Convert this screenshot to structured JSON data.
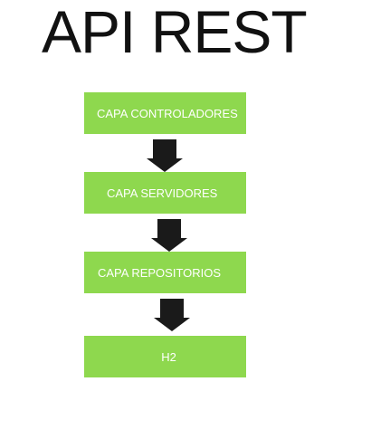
{
  "title": "API REST",
  "colors": {
    "box_fill": "#8ed84e",
    "arrow": "#1a1a1a",
    "text_on_box": "#ffffff"
  },
  "layers": [
    {
      "label": "CAPA CONTROLADORES"
    },
    {
      "label": "CAPA SERVIDORES"
    },
    {
      "label": "CAPA REPOSITORIOS"
    },
    {
      "label": "H2"
    }
  ],
  "arrows": [
    {
      "from": "CAPA CONTROLADORES",
      "to": "CAPA SERVIDORES",
      "icon": "down-arrow-icon"
    },
    {
      "from": "CAPA SERVIDORES",
      "to": "CAPA REPOSITORIOS",
      "icon": "down-arrow-icon"
    },
    {
      "from": "CAPA REPOSITORIOS",
      "to": "H2",
      "icon": "down-arrow-icon"
    }
  ]
}
